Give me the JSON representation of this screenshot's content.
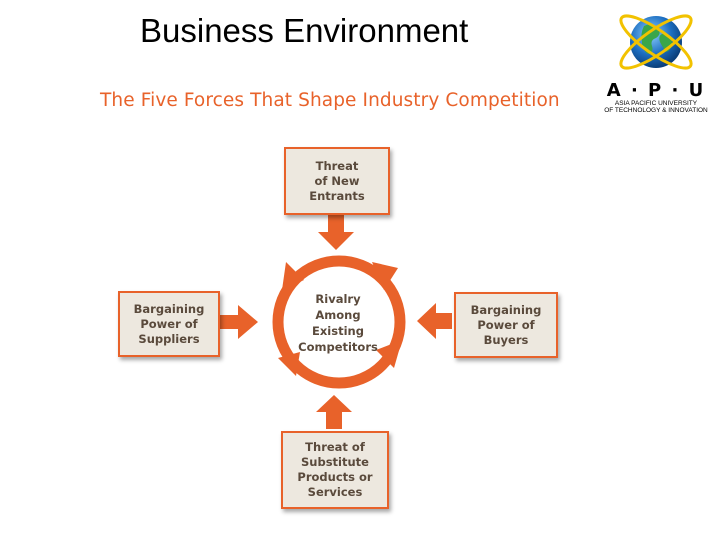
{
  "slide": {
    "title": "Business Environment",
    "subtitle": "The Five Forces That Shape Industry Competition"
  },
  "logo": {
    "letters": "A · P · U",
    "line1": "ASIA PACIFIC UNIVERSITY",
    "line2": "OF TECHNOLOGY & INNOVATION",
    "icon": "globe-icon"
  },
  "diagram": {
    "center": [
      "Rivalry",
      "Among",
      "Existing",
      "Competitors"
    ],
    "new_entrants": [
      "Threat",
      "of New",
      "Entrants"
    ],
    "suppliers": [
      "Bargaining",
      "Power of",
      "Suppliers"
    ],
    "buyers": [
      "Bargaining",
      "Power of",
      "Buyers"
    ],
    "substitutes": [
      "Threat of",
      "Substitute",
      "Products or",
      "Services"
    ]
  },
  "colors": {
    "accent": "#e8622a",
    "box_fill": "#ede8df",
    "text": "#5a4a3c"
  }
}
